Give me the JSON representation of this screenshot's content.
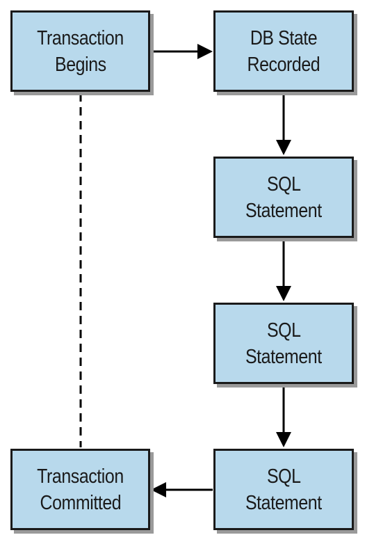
{
  "nodes": {
    "transaction_begins": {
      "line1": "Transaction",
      "line2": "Begins"
    },
    "db_state_recorded": {
      "line1": "DB State",
      "line2": "Recorded"
    },
    "sql_statement_1": {
      "line1": "SQL",
      "line2": "Statement"
    },
    "sql_statement_2": {
      "line1": "SQL",
      "line2": "Statement"
    },
    "sql_statement_3": {
      "line1": "SQL",
      "line2": "Statement"
    },
    "transaction_committed": {
      "line1": "Transaction",
      "line2": "Committed"
    }
  },
  "edges": [
    {
      "from": "transaction_begins",
      "to": "db_state_recorded",
      "style": "solid-arrow"
    },
    {
      "from": "db_state_recorded",
      "to": "sql_statement_1",
      "style": "solid-arrow"
    },
    {
      "from": "sql_statement_1",
      "to": "sql_statement_2",
      "style": "solid-arrow"
    },
    {
      "from": "sql_statement_2",
      "to": "sql_statement_3",
      "style": "solid-arrow"
    },
    {
      "from": "sql_statement_3",
      "to": "transaction_committed",
      "style": "solid-arrow"
    },
    {
      "from": "transaction_begins",
      "to": "transaction_committed",
      "style": "dashed-line"
    }
  ],
  "colors": {
    "box_fill": "#b8d9ec",
    "box_border": "#1a1a1a",
    "box_shadow": "#9a9a9a",
    "arrow": "#000000"
  }
}
